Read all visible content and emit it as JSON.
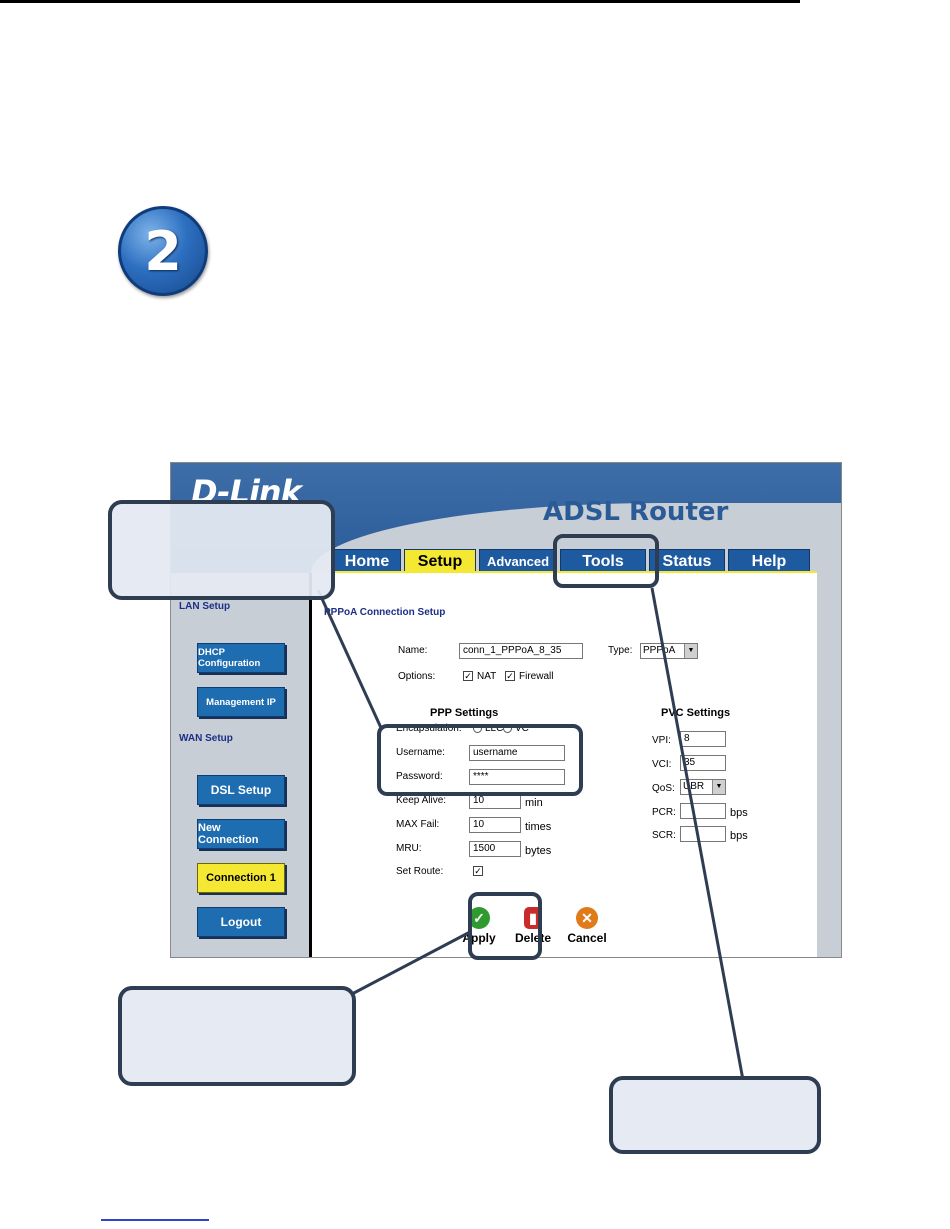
{
  "step_number": "2",
  "router": {
    "brand": "D-Link",
    "product": "ADSL Router",
    "tabs": [
      "Home",
      "Setup",
      "Advanced",
      "Tools",
      "Status",
      "Help"
    ],
    "active_tab": "Setup",
    "sidebar": {
      "lan_label": "LAN Setup",
      "wan_label": "WAN Setup",
      "buttons": [
        "DHCP Configuration",
        "Management IP",
        "DSL Setup",
        "New Connection",
        "Connection 1",
        "Logout"
      ],
      "active_button": "Connection 1"
    },
    "form": {
      "title": "PPPoA Connection Setup",
      "name_label": "Name:",
      "name_value": "conn_1_PPPoA_8_35",
      "type_label": "Type:",
      "type_value": "PPPoA",
      "options_label": "Options:",
      "nat_label": "NAT",
      "nat_checked": true,
      "firewall_label": "Firewall",
      "firewall_checked": true,
      "ppp_heading": "PPP Settings",
      "pvc_heading": "PVC Settings",
      "encapsulation_label": "Encapsulation:",
      "encap_llc": "LLC",
      "encap_vc": "VC",
      "username_label": "Username:",
      "username_value": "username",
      "password_label": "Password:",
      "password_value": "****",
      "keepalive_label": "Keep Alive:",
      "keepalive_value": "10",
      "keepalive_unit": "min",
      "maxfail_label": "MAX Fail:",
      "maxfail_value": "10",
      "maxfail_unit": "times",
      "mru_label": "MRU:",
      "mru_value": "1500",
      "mru_unit": "bytes",
      "setroute_label": "Set Route:",
      "setroute_checked": true,
      "vpi_label": "VPI:",
      "vpi_value": "8",
      "vci_label": "VCI:",
      "vci_value": "35",
      "qos_label": "QoS:",
      "qos_value": "UBR",
      "pcr_label": "PCR:",
      "pcr_value": "",
      "pcr_unit": "bps",
      "scr_label": "SCR:",
      "scr_value": "",
      "scr_unit": "bps"
    },
    "actions": [
      "Apply",
      "Delete",
      "Cancel"
    ]
  }
}
